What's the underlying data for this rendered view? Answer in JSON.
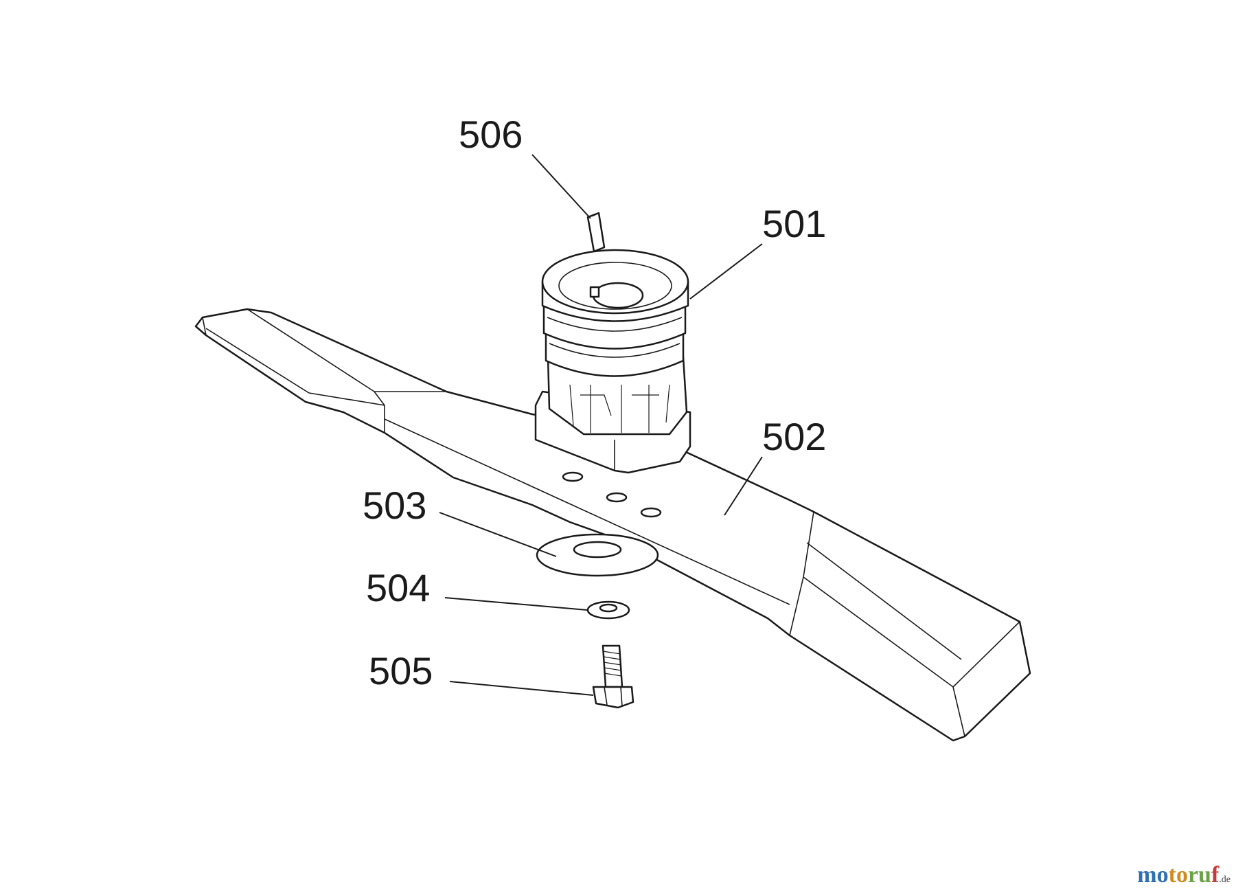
{
  "diagram": {
    "parts": [
      {
        "id": "p501",
        "label": "501"
      },
      {
        "id": "p502",
        "label": "502"
      },
      {
        "id": "p503",
        "label": "503"
      },
      {
        "id": "p504",
        "label": "504"
      },
      {
        "id": "p505",
        "label": "505"
      },
      {
        "id": "p506",
        "label": "506"
      }
    ]
  },
  "watermark": {
    "brand_1": "mo",
    "brand_2": "to",
    "brand_3": "ru",
    "brand_4": "f",
    "tld": ".de",
    "colors": [
      "#2f6fb3",
      "#d08a1e",
      "#6aa142",
      "#c23b3b"
    ]
  }
}
